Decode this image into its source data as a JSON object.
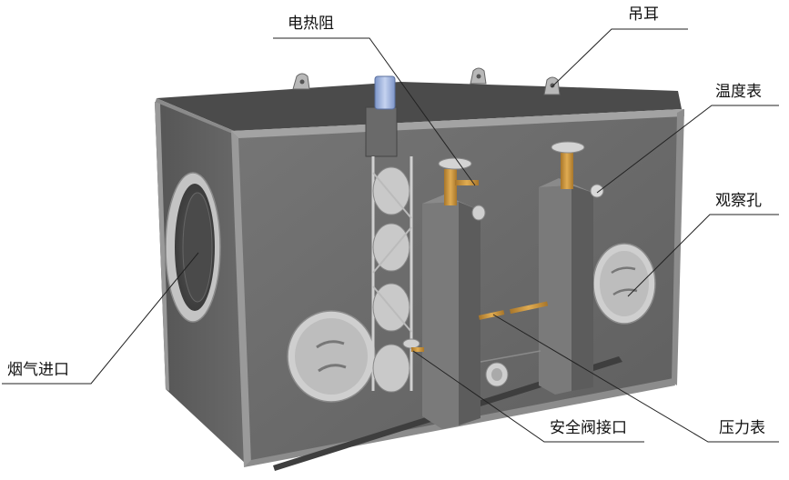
{
  "labels": {
    "heater": "电热阻",
    "lifting_lug": "吊耳",
    "thermometer": "温度表",
    "viewport": "观察孔",
    "flue_inlet": "烟气进口",
    "safety_valve_port": "安全阀接口",
    "pressure_gauge": "压力表"
  },
  "colors": {
    "body_front": "#6c6c6c",
    "body_side": "#5a5a5a",
    "body_top": "#4d4d4d",
    "frame": "#9a9a9a",
    "flange": "#c9c9c9",
    "pipe": "#c8943a",
    "motor": "#8fa6d6",
    "leader": "#222222"
  }
}
